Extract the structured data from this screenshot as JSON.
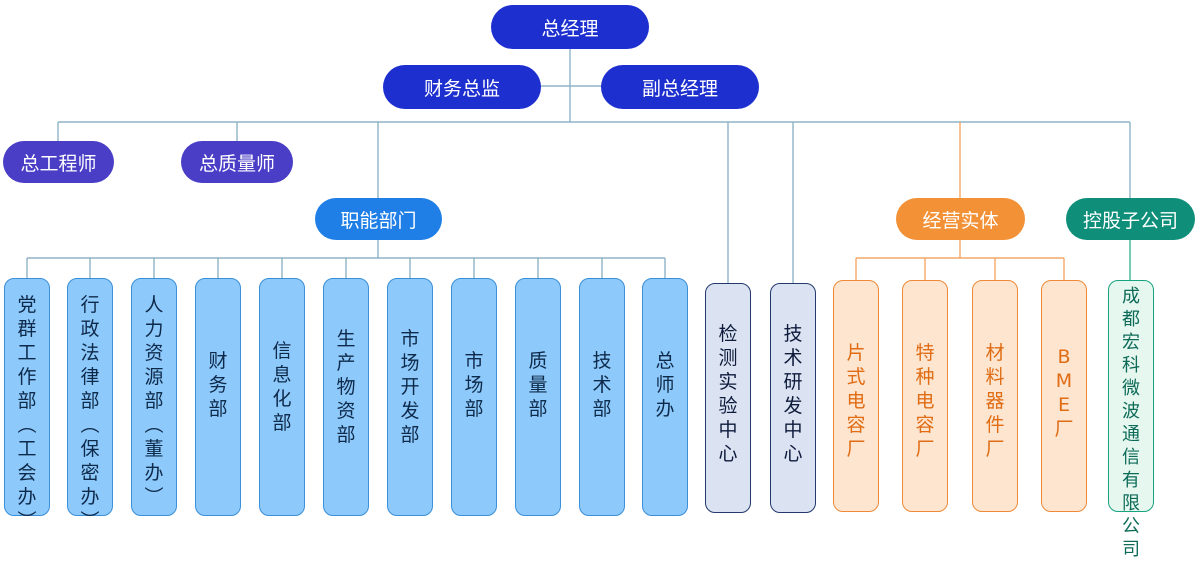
{
  "top": {
    "ceo": "总经理"
  },
  "second": {
    "cfo": "财务总监",
    "vp": "副总经理"
  },
  "third": {
    "chief_engineer": "总工程师",
    "chief_quality": "总质量师"
  },
  "groups": {
    "functional": "职能部门",
    "business": "经营实体",
    "subsidiary": "控股子公司"
  },
  "functional_depts": [
    "党群工作部（工会办）",
    "行政法律部（保密办）",
    "人力资源部（董 办）",
    "财务部",
    "信息化部",
    "生产物资部",
    "市场开发部",
    "市场部",
    "质量部",
    "技术部",
    "总师办"
  ],
  "centers": [
    "检测实验中心",
    "技术研发中心"
  ],
  "business_units": [
    "片式电容厂",
    "特种电容厂",
    "材料器件厂",
    "BME厂"
  ],
  "subsidiary_units": [
    "成都宏科微波通信有限公司"
  ],
  "colors": {
    "navy": "#1e2fcf",
    "purple": "#4a3ec6",
    "blue": "#1f7fe6",
    "orange": "#f39136",
    "teal": "#0f8f7a",
    "light_blue": "#8ec9fb",
    "grey_blue": "#dbe3f3",
    "light_orange": "#fde5d0",
    "light_teal": "#e5f7ef"
  }
}
